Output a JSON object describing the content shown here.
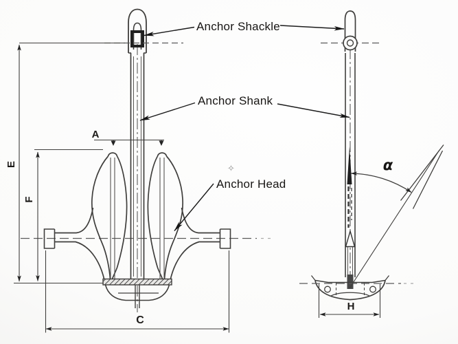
{
  "annotations": {
    "shackle": "Anchor Shackle",
    "shank": "Anchor Shank",
    "head": "Anchor Head"
  },
  "dimension_labels": {
    "a": "A",
    "c": "C",
    "e": "E",
    "f": "F",
    "h": "H",
    "alpha": "α"
  },
  "icons": {
    "sparkle": "✧"
  },
  "colors": {
    "line": "#3f3e3c",
    "text": "#171513",
    "background": "#fbfbfa"
  }
}
